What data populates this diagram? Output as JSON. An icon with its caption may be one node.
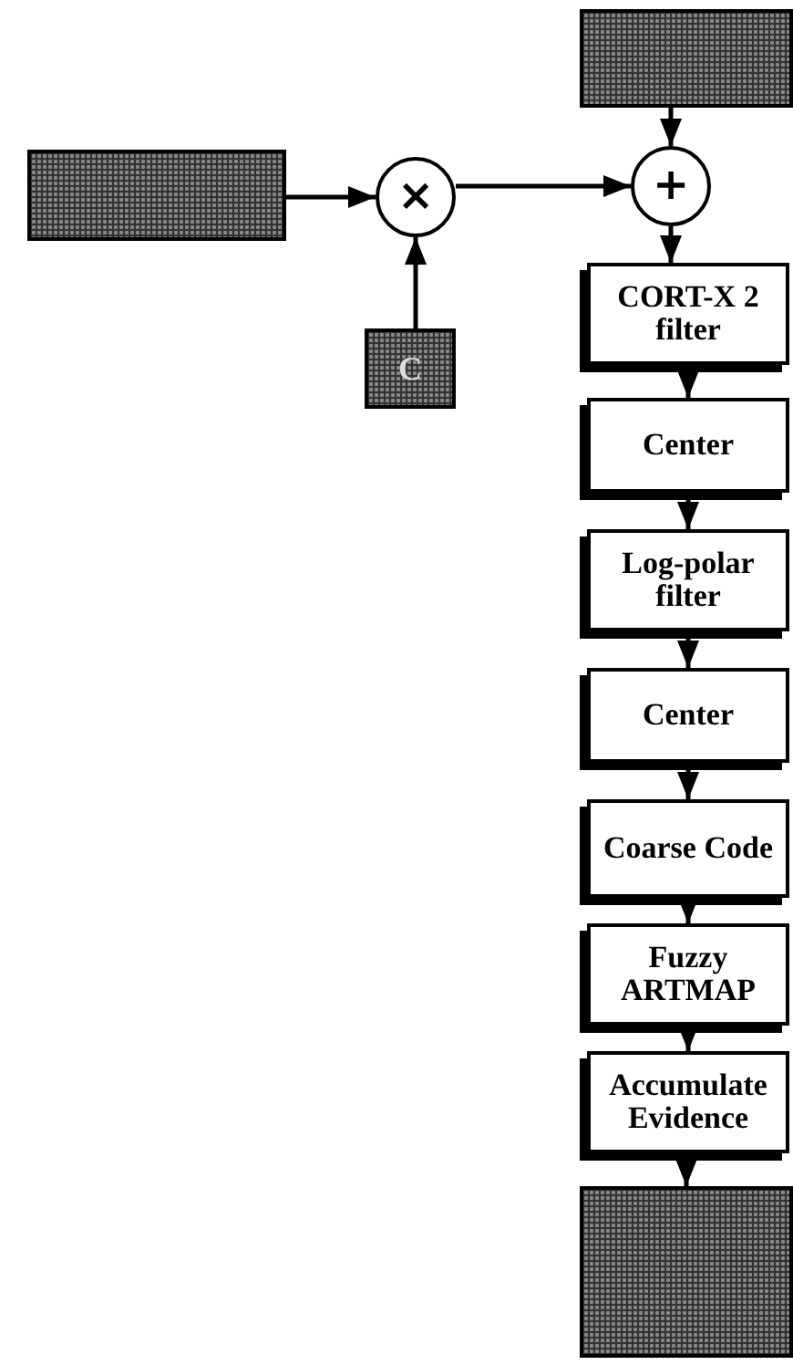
{
  "diagram": {
    "nodes": [
      {
        "text": [],
        "shape": "box"
      },
      {
        "text": [
          "×"
        ]
      },
      {
        "text": [
          "C"
        ]
      },
      {
        "text": [],
        "shape": "box"
      },
      {
        "text": [
          "+"
        ]
      },
      {
        "text": [
          "CORT-X 2 filter"
        ]
      },
      {
        "text": [
          "Center"
        ]
      },
      {
        "text": [
          "Log-polar filter"
        ]
      },
      {
        "text": [
          "Center"
        ]
      },
      {
        "text": [
          "Coarse Code"
        ]
      },
      {
        "text": [
          "Fuzzy ARTMAP"
        ]
      },
      {
        "text": [
          "Accumulate Evidence"
        ]
      },
      {
        "text": [],
        "shape": "box"
      }
    ],
    "edges": [
      {
        "from": 0,
        "to": 1,
        "arrow": "to"
      },
      {
        "from": 2,
        "to": 1,
        "arrow": "to"
      },
      {
        "from": 1,
        "to": 4,
        "arrow": "to"
      },
      {
        "from": 3,
        "to": 4,
        "arrow": "to"
      },
      {
        "from": 4,
        "to": 5,
        "arrow": "to"
      },
      {
        "from": 5,
        "to": 6,
        "arrow": "to"
      },
      {
        "from": 6,
        "to": 7,
        "arrow": "to"
      },
      {
        "from": 7,
        "to": 8,
        "arrow": "to"
      },
      {
        "from": 8,
        "to": 9,
        "arrow": "to"
      },
      {
        "from": 9,
        "to": 10,
        "arrow": "to"
      },
      {
        "from": 10,
        "to": 11,
        "arrow": "to"
      },
      {
        "from": 11,
        "to": 12,
        "arrow": "to"
      }
    ]
  }
}
